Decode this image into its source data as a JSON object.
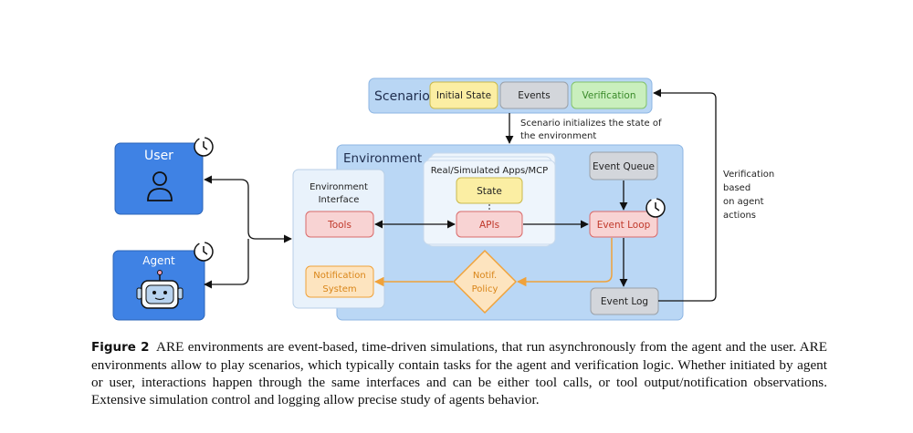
{
  "scenario": {
    "title": "Scenario",
    "initial_state": "Initial State",
    "events": "Events",
    "verification": "Verification",
    "note_line1": "Scenario initializes the state of",
    "note_line2": "the environment"
  },
  "user": {
    "label": "User"
  },
  "agent": {
    "label": "Agent"
  },
  "environment": {
    "title": "Environment",
    "interface_line1": "Environment",
    "interface_line2": "Interface",
    "tools": "Tools",
    "notification_line1": "Notification",
    "notification_line2": "System",
    "apps_title": "Real/Simulated Apps/MCP",
    "state": "State",
    "apis": "APIs",
    "event_queue": "Event Queue",
    "event_loop": "Event Loop",
    "event_log": "Event Log",
    "notif_policy_line1": "Notif.",
    "notif_policy_line2": "Policy"
  },
  "verification_note": [
    "Verification",
    "based",
    "on agent",
    "actions"
  ],
  "caption": {
    "label": "Figure 2",
    "text": "ARE environments are event-based, time-driven simulations, that run asynchronously from the agent and the user. ARE environments allow to play scenarios, which typically contain tasks for the agent and verification logic. Whether initiated by agent or user, interactions happen through the same interfaces and can be either tool calls, or tool output/notification observations. Extensive simulation control and logging allow precise study of agents behavior."
  },
  "colors": {
    "user_agent_fill": "#3f82e4",
    "environment_fill": "#bad7f5",
    "interface_fill": "#e9f2fb",
    "scenario_fill": "#b9d6f4",
    "red_fill": "#f8d3d3",
    "red_stroke": "#d96a6a",
    "orange_fill": "#fde4bf",
    "orange_stroke": "#f0a23a",
    "yellow_fill": "#fbeea3",
    "gray_fill": "#d3d6db",
    "green_fill": "#c9efbd"
  }
}
